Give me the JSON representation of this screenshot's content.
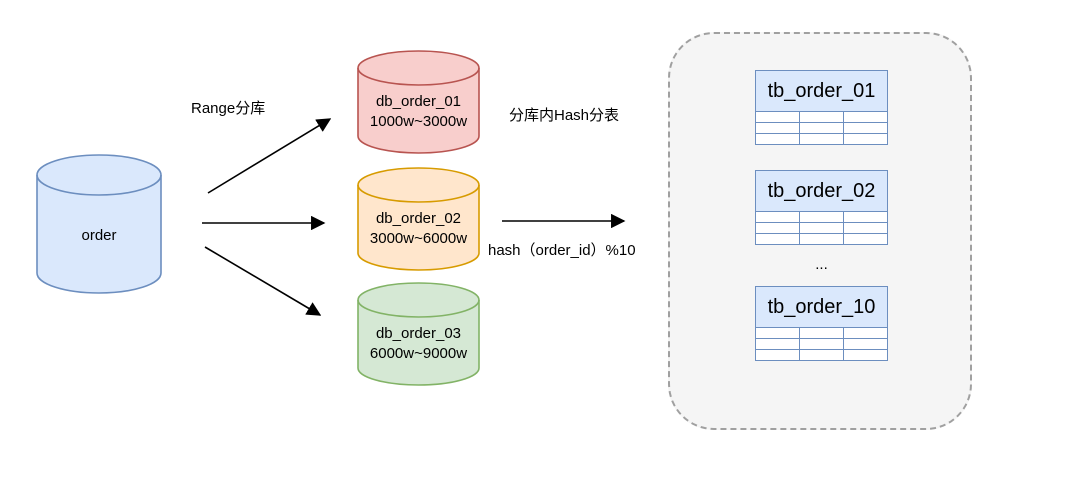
{
  "palette": {
    "blue-fill": "#dae8fc",
    "blue-stroke": "#6c8ebf",
    "red-fill": "#f8cecc",
    "red-stroke": "#b85450",
    "orange-fill": "#ffe6cc",
    "orange-stroke": "#d79b00",
    "green-fill": "#d5e8d4",
    "green-stroke": "#82b366",
    "group-fill": "#f5f5f5",
    "group-stroke": "#a0a0a0",
    "table-fill": "#dae8fc",
    "table-stroke": "#6c8ebf",
    "arrow-color": "#000000"
  },
  "source": {
    "label": "order"
  },
  "labels": {
    "range_sharding": "Range分库",
    "hash_table_sharding": "分库内Hash分表",
    "hash_formula": "hash（order_id）%10",
    "ellipsis": "..."
  },
  "databases": [
    {
      "name": "db_order_01",
      "range": "1000w~3000w",
      "color": "red"
    },
    {
      "name": "db_order_02",
      "range": "3000w~6000w",
      "color": "orange"
    },
    {
      "name": "db_order_03",
      "range": "6000w~9000w",
      "color": "green"
    }
  ],
  "tables": [
    {
      "name": "tb_order_01",
      "columns": 3,
      "rows": 3
    },
    {
      "name": "tb_order_02",
      "columns": 3,
      "rows": 3
    },
    {
      "name": "tb_order_10",
      "columns": 3,
      "rows": 3
    }
  ]
}
